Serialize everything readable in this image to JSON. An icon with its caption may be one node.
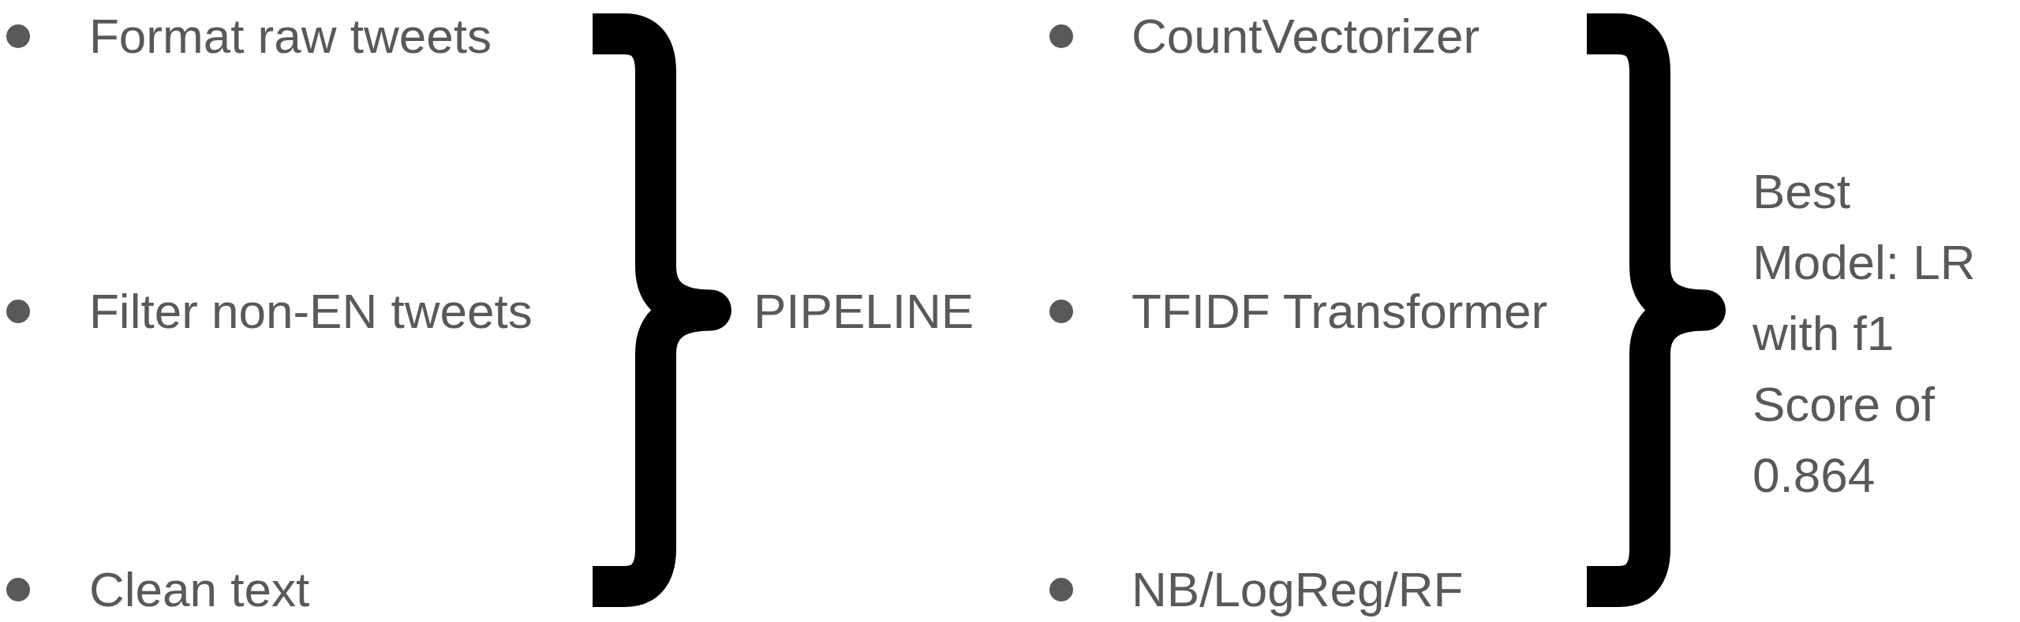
{
  "diagram": {
    "labels": [
      "Format raw tweets",
      "Filter non-EN tweets",
      "Clean text",
      "PIPELINE",
      "CountVectorizer",
      "TFIDF Transformer",
      "NB/LogReg/RF",
      "Best Model: LR with f1 Score of 0.864"
    ]
  }
}
